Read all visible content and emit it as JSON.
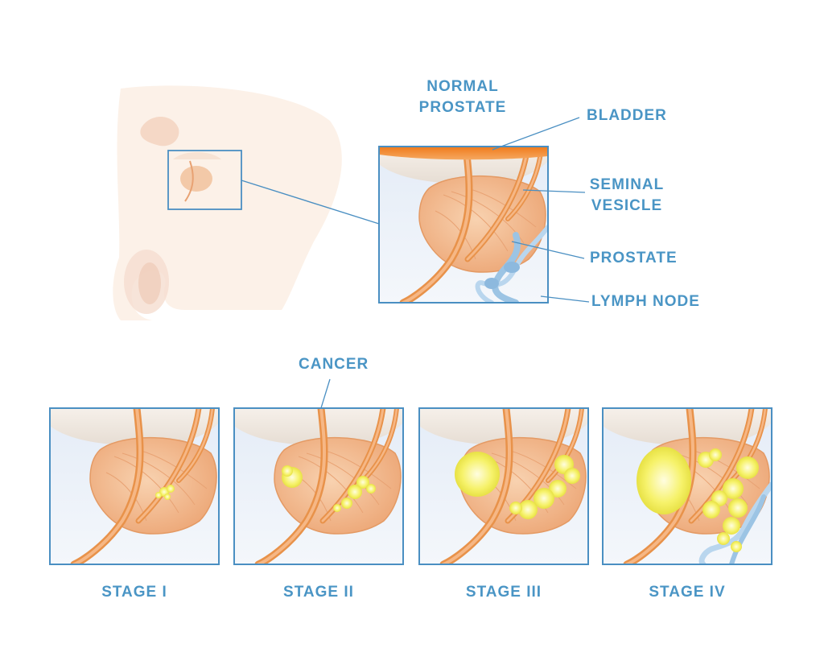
{
  "labels": {
    "normal_prostate": "NORMAL\nPROSTATE",
    "normal_line1": "NORMAL",
    "normal_line2": "PROSTATE",
    "bladder": "BLADDER",
    "seminal_line1": "SEMINAL",
    "seminal_line2": "VESICLE",
    "prostate": "PROSTATE",
    "lymph_node": "LYMPH NODE",
    "cancer": "CANCER"
  },
  "stages": [
    {
      "label": "STAGE I"
    },
    {
      "label": "STAGE II"
    },
    {
      "label": "STAGE III"
    },
    {
      "label": "STAGE IV"
    }
  ],
  "colors": {
    "label_blue": "#4a95c5",
    "frame_blue": "#4a8fc2",
    "prostate_orange": "#f2b98a",
    "urethra_orange": "#e8924a",
    "bladder_orange": "#f08a2c",
    "tumor_yellow": "#f5f05a",
    "lymph_blue": "#9cc4e4",
    "skin": "#fbeee4"
  }
}
